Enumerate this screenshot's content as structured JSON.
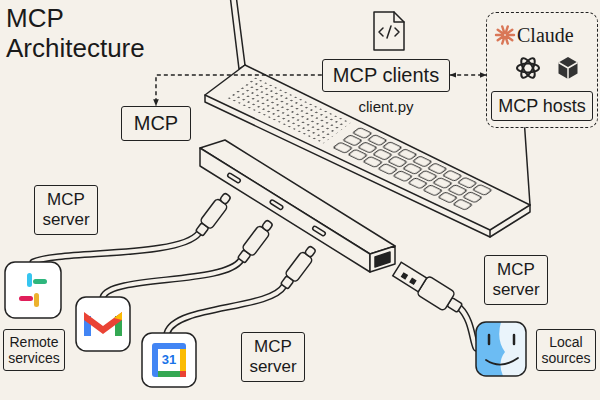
{
  "diagram": {
    "title": "MCP Architecture",
    "nodes": [
      {
        "text": [
          "MCP clients"
        ]
      },
      {
        "text": [
          "Claude"
        ]
      },
      {
        "text": [
          "MCP hosts"
        ],
        "in": 1
      },
      {
        "text": [
          "MCP"
        ]
      },
      {
        "text": [
          "MCP server"
        ]
      },
      {
        "text": [
          "MCP server"
        ]
      },
      {
        "text": [
          "Remote services"
        ]
      },
      {
        "text": [
          "MCP server"
        ]
      },
      {
        "text": [
          "Local sources"
        ]
      }
    ],
    "edges": [
      {
        "from": 0,
        "to": 3,
        "arrow": "to"
      },
      {
        "from": 0,
        "to": 1,
        "arrow": "both"
      }
    ],
    "labels": [
      "client.py",
      "31"
    ]
  }
}
